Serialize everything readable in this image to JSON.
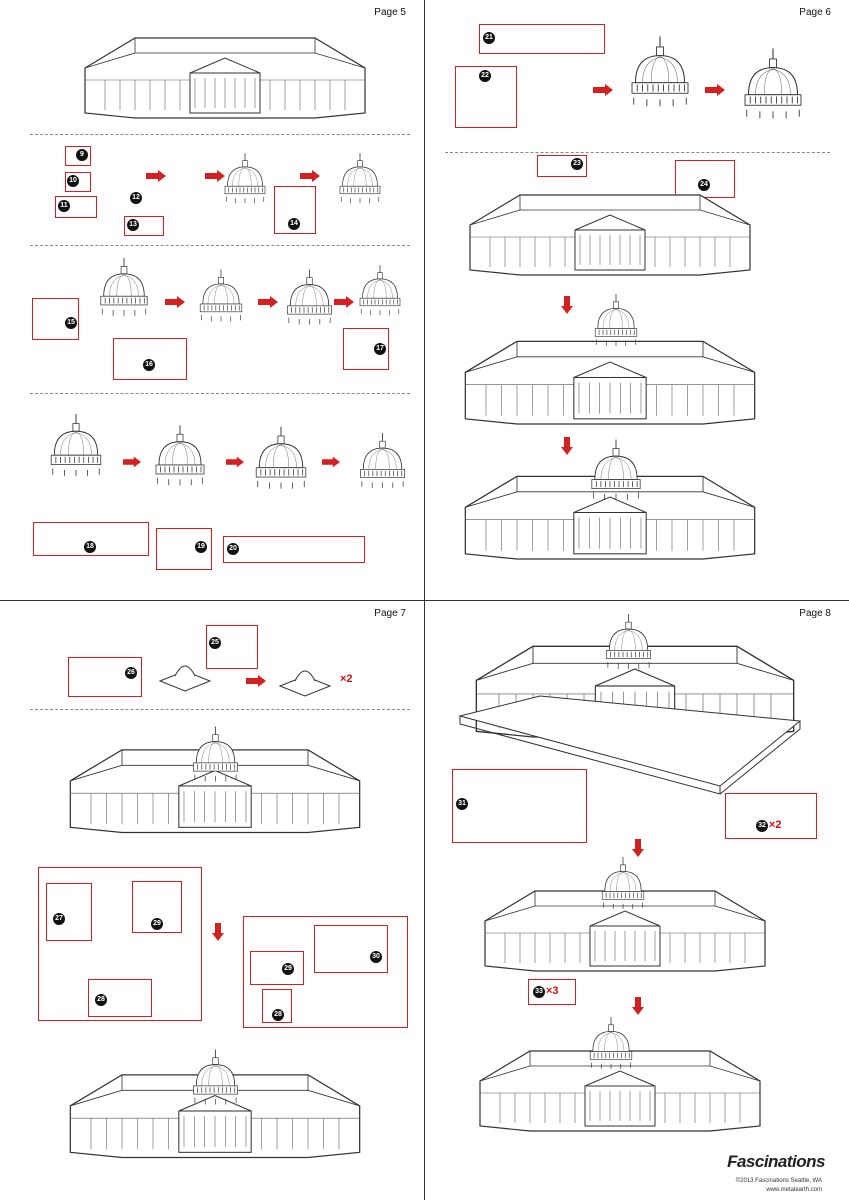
{
  "pages": {
    "p5": "Page 5",
    "p6": "Page 6",
    "p7": "Page 7",
    "p8": "Page 8"
  },
  "steps": {
    "s9": "9",
    "s10": "10",
    "s11": "11",
    "s12": "12",
    "s13": "13",
    "s14": "14",
    "s15": "15",
    "s16": "16",
    "s17": "17",
    "s18": "18",
    "s19": "19",
    "s20": "20",
    "s21": "21",
    "s22": "22",
    "s23": "23",
    "s24": "24",
    "s25": "25",
    "s26": "26",
    "s27": "27",
    "s28": "28",
    "s29": "29",
    "s29b": "29",
    "s30": "30",
    "s28b": "28",
    "s31": "31",
    "s32": "32",
    "s33": "33"
  },
  "multipliers": {
    "m26": "×2",
    "m32": "×2",
    "m33": "×3"
  },
  "footer": {
    "brand": "Fascinations",
    "copyright": "©2013 Fascinations Seattle, WA",
    "website": "www.metalearth.com"
  },
  "colors": {
    "accent_red": "#d42020",
    "marker_blue": "#1f6fd1",
    "marker_green": "#9acd32"
  }
}
